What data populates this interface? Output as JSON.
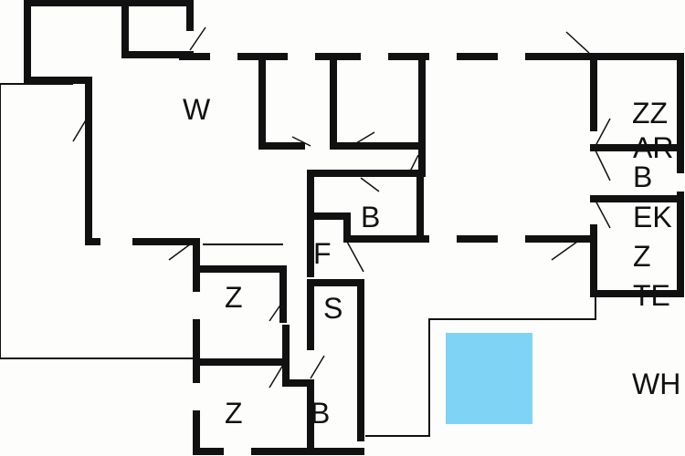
{
  "floorplan": {
    "colors": {
      "wall": "#111111",
      "pool": "#7fd3f5",
      "background": "#fdfdfb"
    },
    "rooms": [
      {
        "label": "W"
      },
      {
        "label": "B"
      },
      {
        "label": "F"
      },
      {
        "label": "S"
      },
      {
        "label": "Z"
      },
      {
        "label": "Z"
      },
      {
        "label": "B"
      },
      {
        "label": "ZZ"
      },
      {
        "label": "AR"
      },
      {
        "label": "B"
      },
      {
        "label": "EK"
      },
      {
        "label": "Z"
      },
      {
        "label": "TE"
      },
      {
        "label": "WH"
      }
    ]
  }
}
